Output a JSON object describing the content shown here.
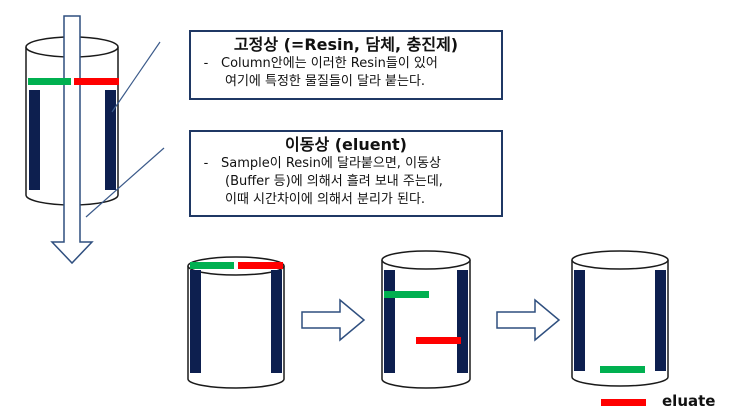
{
  "colors": {
    "column_line": "#1a1a1a",
    "resin_bar": "#0d1f4f",
    "band_green": "#00b050",
    "band_red": "#ff0000",
    "arrow_outline": "#2f4f7f",
    "box_border": "#1f3864"
  },
  "stationary_box": {
    "title": "고정상 (=Resin, 담체, 충진제)",
    "bullet": "-",
    "line1": "Column안에는 이러한 Resin들이 있어",
    "line2": "여기에 특정한 물질들이 달라 붙는다."
  },
  "mobile_box": {
    "title": "이동상 (eluent)",
    "bullet": "-",
    "line1": "Sample이 Resin에 달라붙으면, 이동상",
    "line2": "(Buffer 등)에 의해서 흘려 보내 주는데,",
    "line3": "이때 시간차이에 의해서 분리가 된다."
  },
  "eluate_label": "eluate"
}
